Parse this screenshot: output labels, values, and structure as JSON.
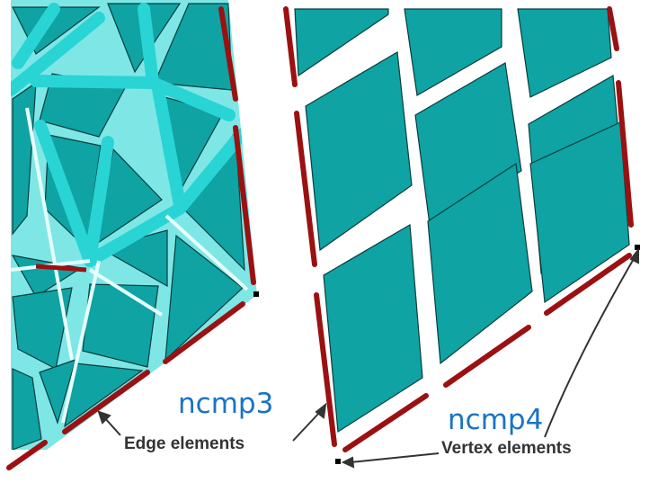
{
  "colors": {
    "element_fill": "#0fa3a3",
    "element_fill_dark": "#0c8a8a",
    "element_stroke": "#0a3d3d",
    "spine_fill": "#29d4d4",
    "edge_element": "#9b1111",
    "vertex_element": "#000000",
    "label_blue": "#1a73c4",
    "callout_text": "#333333",
    "background": "#ffffff"
  },
  "labels": {
    "left_panel": "ncmp3",
    "right_panel": "ncmp4",
    "edge_callout": "Edge elements",
    "vertex_callout": "Vertex elements"
  }
}
